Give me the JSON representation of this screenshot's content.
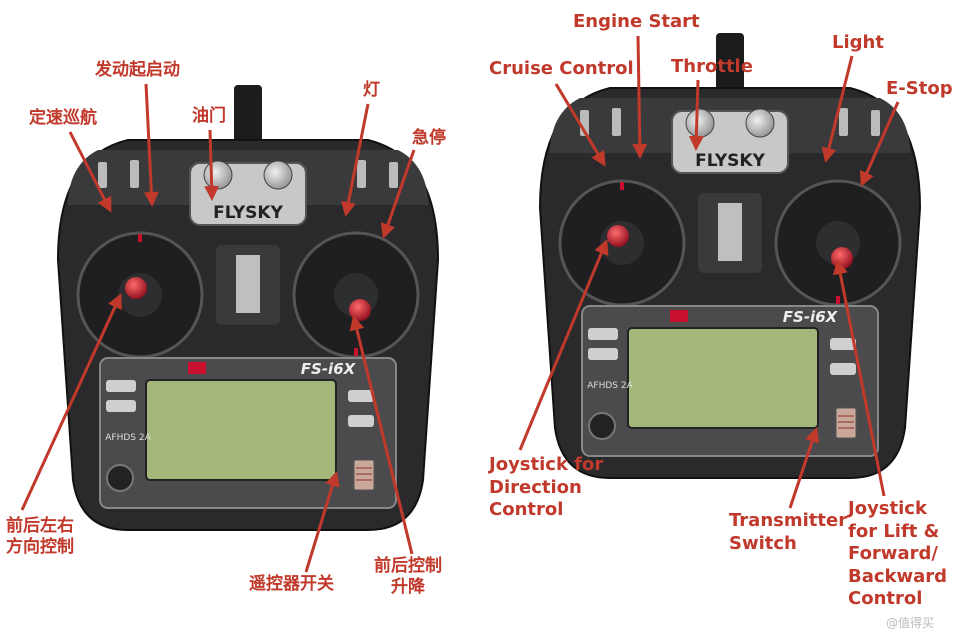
{
  "brand": "FLYSKY",
  "model": "FS-i6X",
  "model_sub": "AFHDS 2A",
  "watermark": "@值得买",
  "labels_cn": {
    "cruise": "定速巡航",
    "engine": "发动起启动",
    "throttle": "油门",
    "light": "灯",
    "estop": "急停",
    "left_stick_1": "前后左右",
    "left_stick_2": "方向控制",
    "switch": "遥控器开关",
    "right_stick_1": "前后控制",
    "right_stick_2": "升降"
  },
  "labels_en": {
    "cruise": "Cruise Control",
    "engine": "Engine Start",
    "throttle": "Throttle",
    "light": "Light",
    "estop": "E-Stop",
    "left_stick_1": "Joystick for",
    "left_stick_2": "Direction",
    "left_stick_3": "Control",
    "switch_1": "Transmitter",
    "switch_2": "Switch",
    "right_stick_1": "Joystick",
    "right_stick_2": "for Lift &",
    "right_stick_3": "Forward/",
    "right_stick_4": "Backward",
    "right_stick_5": "Control"
  },
  "colors": {
    "label": "#c0392b",
    "arrow": "#c0392b",
    "body": "#2a2a2c",
    "body_dark": "#18181a",
    "lcd": "#a4b67a",
    "stick_red": "#c8102e"
  }
}
